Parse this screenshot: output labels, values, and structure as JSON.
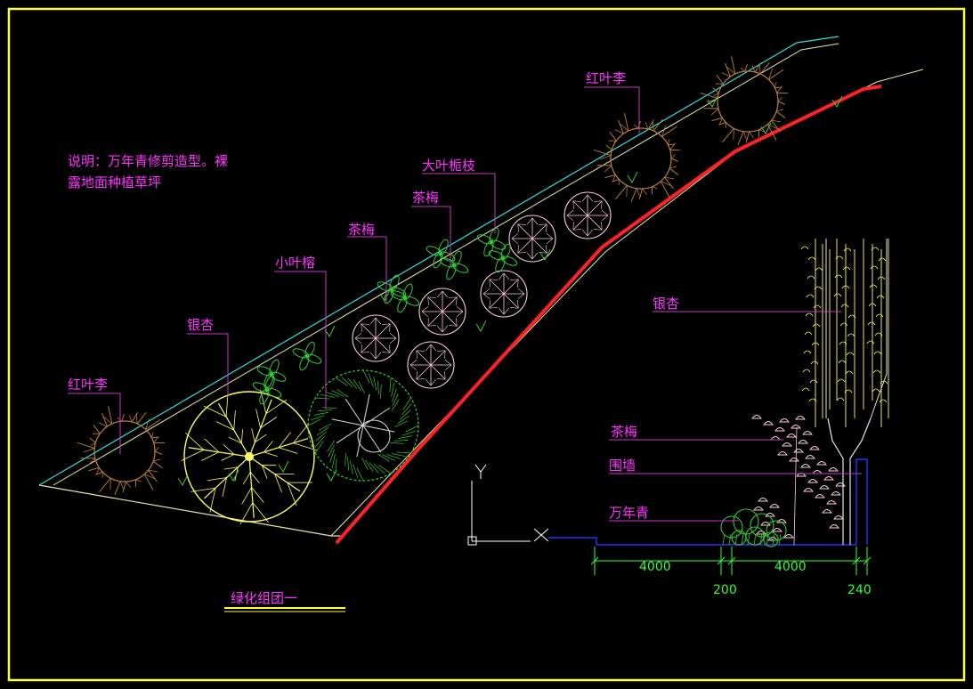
{
  "colors": {
    "background": "#000000",
    "frame": "#ffff33",
    "label": "#ff33ff",
    "leader": "#cc33cc",
    "dimension": "#33ff33",
    "wall_red": "#ff2222",
    "boundary_cyan": "#33dddd",
    "boundary_yellow": "#e6e6aa",
    "ground_blue": "#2233ff",
    "shrub_green": "#33cc33",
    "flower_pink": "#ffccdd",
    "tree_brown": "#b07a3a",
    "ginkgo_yellow": "#ffff66",
    "ucs_white": "#ffffff"
  },
  "note": {
    "line1": "说明：万年青修剪造型。裸",
    "line2": "露地面种植草坪"
  },
  "plan_labels": {
    "hongyeli_left": "红叶李",
    "yinxing": "银杏",
    "xiaoyerong": "小叶榕",
    "chamei_1": "茶梅",
    "chamei_2": "茶梅",
    "dayezhizi": "大叶栀枝",
    "hongyeli_top": "红叶李"
  },
  "section_labels": {
    "yinxing": "银杏",
    "chamei": "茶梅",
    "weiqiang": "围墙",
    "wannianqing": "万年青"
  },
  "dimensions": {
    "d1": "4000",
    "d2": "200",
    "d3": "4000",
    "d4": "240"
  },
  "ucs": {
    "y_axis": "Y"
  },
  "title": "绿化组团一"
}
